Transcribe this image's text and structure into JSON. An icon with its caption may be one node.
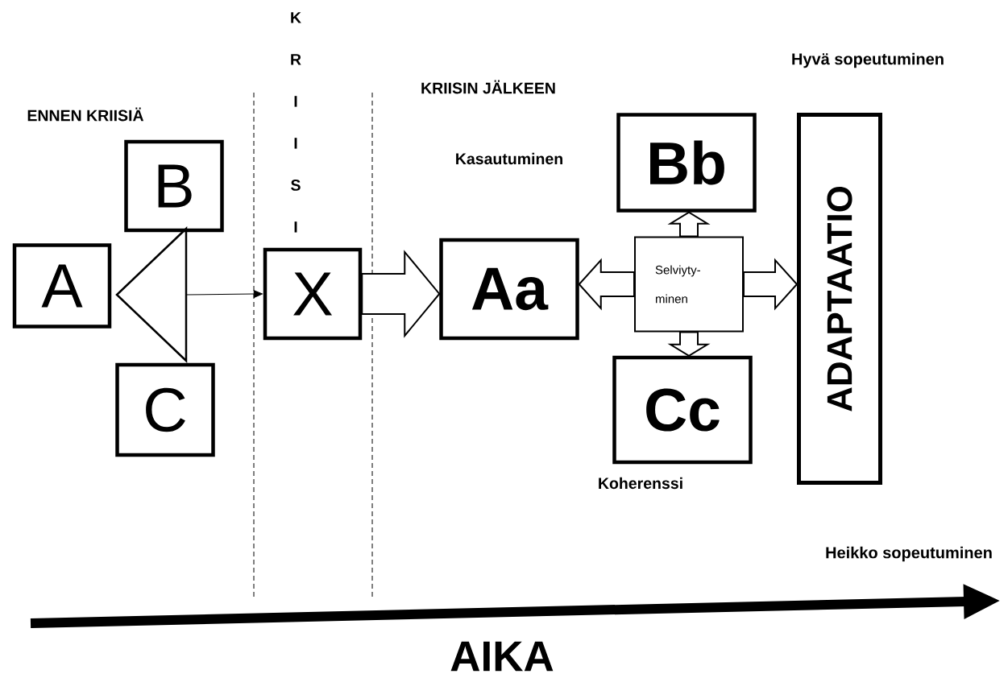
{
  "diagram": {
    "nodes": [
      {
        "text": [
          "A"
        ]
      },
      {
        "text": [
          "B"
        ]
      },
      {
        "text": [
          "C"
        ]
      },
      {
        "text": [],
        "shape": "triangle"
      },
      {
        "text": [
          "X"
        ]
      },
      {
        "text": [
          "Aa"
        ]
      },
      {
        "text": [
          "Bb"
        ]
      },
      {
        "text": [
          "Selviyty- minen"
        ]
      },
      {
        "text": [
          "Cc"
        ]
      },
      {
        "text": [
          "ADAPTAATIO"
        ]
      }
    ],
    "edges": [
      {
        "from": 3,
        "to": 4,
        "arrow": "to"
      },
      {
        "from": 4,
        "to": 5,
        "arrow": "to",
        "style": "thick"
      },
      {
        "from": 7,
        "to": 5,
        "arrow": "to",
        "style": "thick"
      },
      {
        "from": 7,
        "to": 9,
        "arrow": "to",
        "style": "thick"
      },
      {
        "from": 7,
        "to": 6,
        "arrow": "to",
        "style": "thick"
      },
      {
        "from": 7,
        "to": 8,
        "arrow": "to",
        "style": "thick"
      }
    ],
    "labels": [
      "ENNEN KRIISIÄ",
      "KRIISI",
      "KRIISIN JÄLKEEN",
      "Hyvä sopeutuminen",
      "Kasautuminen",
      "Koherenssi",
      "Heikko sopeutuminen",
      "AIKA"
    ]
  }
}
